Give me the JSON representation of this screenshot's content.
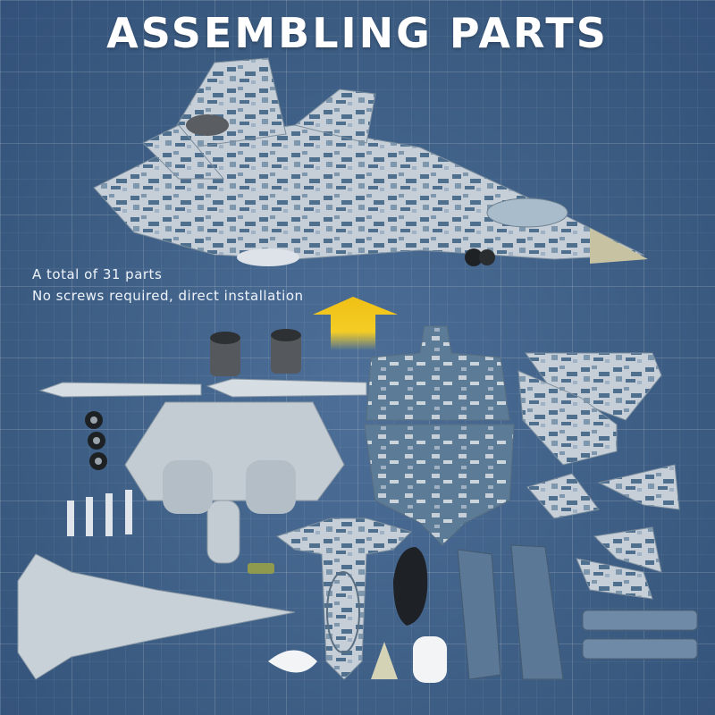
{
  "title": "ASSEMBLING PARTS",
  "captions": {
    "line1": "A total of 31 parts",
    "line2": "No screws required, direct installation"
  },
  "colors": {
    "background": "#3f5f86",
    "camo_light": "#c9d2da",
    "camo_dark": "#4e6f8d",
    "arrow": "#f2c51a"
  }
}
